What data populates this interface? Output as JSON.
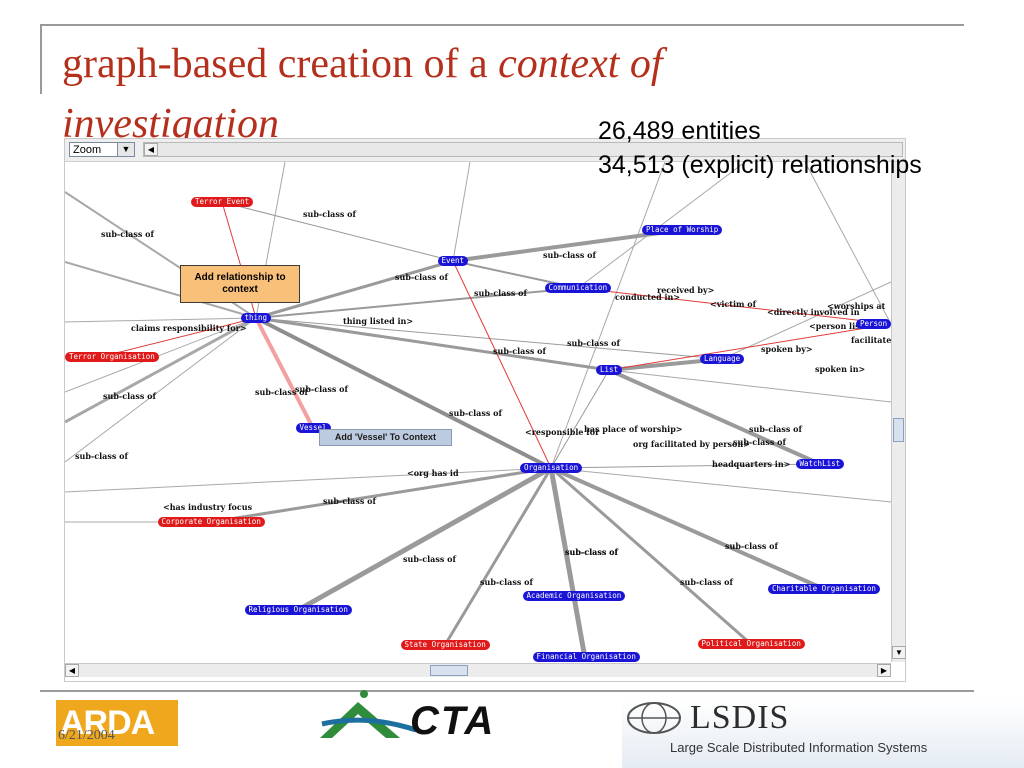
{
  "slide": {
    "title_part1": "graph-based creation of a ",
    "title_em": "context of",
    "title_line2": "investigation",
    "stats": [
      "26,489 entities",
      "34,513 (explicit) relationships"
    ]
  },
  "app": {
    "zoom_label": "Zoom",
    "callout": "Add relationship to context",
    "context_menu_item": "Add 'Vessel' To Context"
  },
  "graph": {
    "nodes": [
      {
        "id": "terror_event",
        "label": "Terror Event",
        "color": "red"
      },
      {
        "id": "event",
        "label": "Event",
        "color": "blue"
      },
      {
        "id": "place_of_worship",
        "label": "Place of Worship",
        "color": "blue"
      },
      {
        "id": "communication",
        "label": "Communication",
        "color": "blue"
      },
      {
        "id": "thing",
        "label": "thing",
        "color": "blue"
      },
      {
        "id": "person",
        "label": "Person",
        "color": "blue"
      },
      {
        "id": "terror_organisation",
        "label": "Terror Organisation",
        "color": "red"
      },
      {
        "id": "language",
        "label": "Language",
        "color": "blue"
      },
      {
        "id": "list",
        "label": "List",
        "color": "blue"
      },
      {
        "id": "vessel",
        "label": "Vessel",
        "color": "blue"
      },
      {
        "id": "organisation",
        "label": "Organisation",
        "color": "blue"
      },
      {
        "id": "watchlist",
        "label": "WatchList",
        "color": "blue"
      },
      {
        "id": "corporate_organisation",
        "label": "Corporate Organisation",
        "color": "red"
      },
      {
        "id": "religious_organisation",
        "label": "Religious Organisation",
        "color": "blue"
      },
      {
        "id": "academic_organisation",
        "label": "Academic Organisation",
        "color": "blue"
      },
      {
        "id": "charitable_organisation",
        "label": "Charitable Organisation",
        "color": "blue"
      },
      {
        "id": "state_organisation",
        "label": "State Organisation",
        "color": "red"
      },
      {
        "id": "political_organisation",
        "label": "Political Organisation",
        "color": "red"
      },
      {
        "id": "financial_organisation",
        "label": "Financial Organisation",
        "color": "blue"
      }
    ],
    "edge_labels": [
      "sub-class of",
      "sub-class of",
      "sub-class of",
      "sub-class of",
      "sub-class of",
      "conducted in>",
      "received by>",
      "<victim of",
      "<directly involved in",
      "<worships at",
      "claims responsibility for>",
      "thing listed in>",
      "<person listed",
      "facilitated by or",
      "sub-class of",
      "sub-class of",
      "spoken by>",
      "spoken in>",
      "sub-class of",
      "sub-class of",
      "sub-class of",
      "sub-class of",
      "sub-class of",
      "sub-class of",
      "<responsible for",
      "has place of worship>",
      "sub-class of",
      "org facilitated by person>",
      "<org has id",
      "headquarters in>",
      "sub-class of",
      "<has industry focus",
      "sub-class of",
      "sub-class of",
      "sub-class of",
      "sub-class of",
      "sub-class of",
      "sub-class of"
    ]
  },
  "footer": {
    "arda": "ARDA",
    "date": "6/21/2004",
    "cta": "CTA",
    "lsdis": "LSDIS",
    "lsdis_subtitle": "Large Scale Distributed Information Systems"
  },
  "colors": {
    "title": "#b5301c",
    "node_blue": "#1a14d6",
    "node_red": "#e01a1a",
    "callout": "#f9c07a",
    "arda": "#efa71e",
    "cta_green": "#2e8c3a",
    "cta_blue": "#1d6fa0"
  },
  "icons": [
    "dropdown-arrow-icon",
    "scroll-left-icon",
    "scroll-right-icon",
    "scroll-up-icon",
    "scroll-down-icon",
    "lsdis-globe-icon",
    "cta-logo-icon"
  ]
}
